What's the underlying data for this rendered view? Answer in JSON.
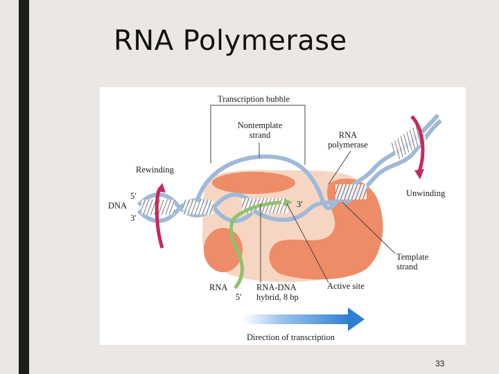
{
  "slide": {
    "title": "RNA Polymerase",
    "page_number": "33"
  },
  "diagram": {
    "labels": {
      "transcription_bubble": "Transcription bubble",
      "nontemplate_strand_1": "Nontemplate",
      "nontemplate_strand_2": "strand",
      "rna_polymerase_1": "RNA",
      "rna_polymerase_2": "polymerase",
      "rewinding": "Rewinding",
      "unwinding": "Unwinding",
      "dna": "DNA",
      "five_prime_left": "5′",
      "three_prime_left": "3′",
      "three_prime_rna": "3′",
      "five_prime_rna": "5′",
      "template_strand_1": "Template",
      "template_strand_2": "strand",
      "rna": "RNA",
      "rna_dna_hybrid_1": "RNA-DNA",
      "rna_dna_hybrid_2": "hybrid, 8 bp",
      "active_site": "Active site",
      "direction": "Direction of transcription"
    },
    "colors": {
      "polymerase_light": "#f6d6c3",
      "polymerase_dark": "#ee8c68",
      "dna_strand": "#9fb9d8",
      "rna_strand": "#8ec26b",
      "twist_arrow": "#c8285a",
      "direction_arrow": "#2f7fd0"
    }
  }
}
